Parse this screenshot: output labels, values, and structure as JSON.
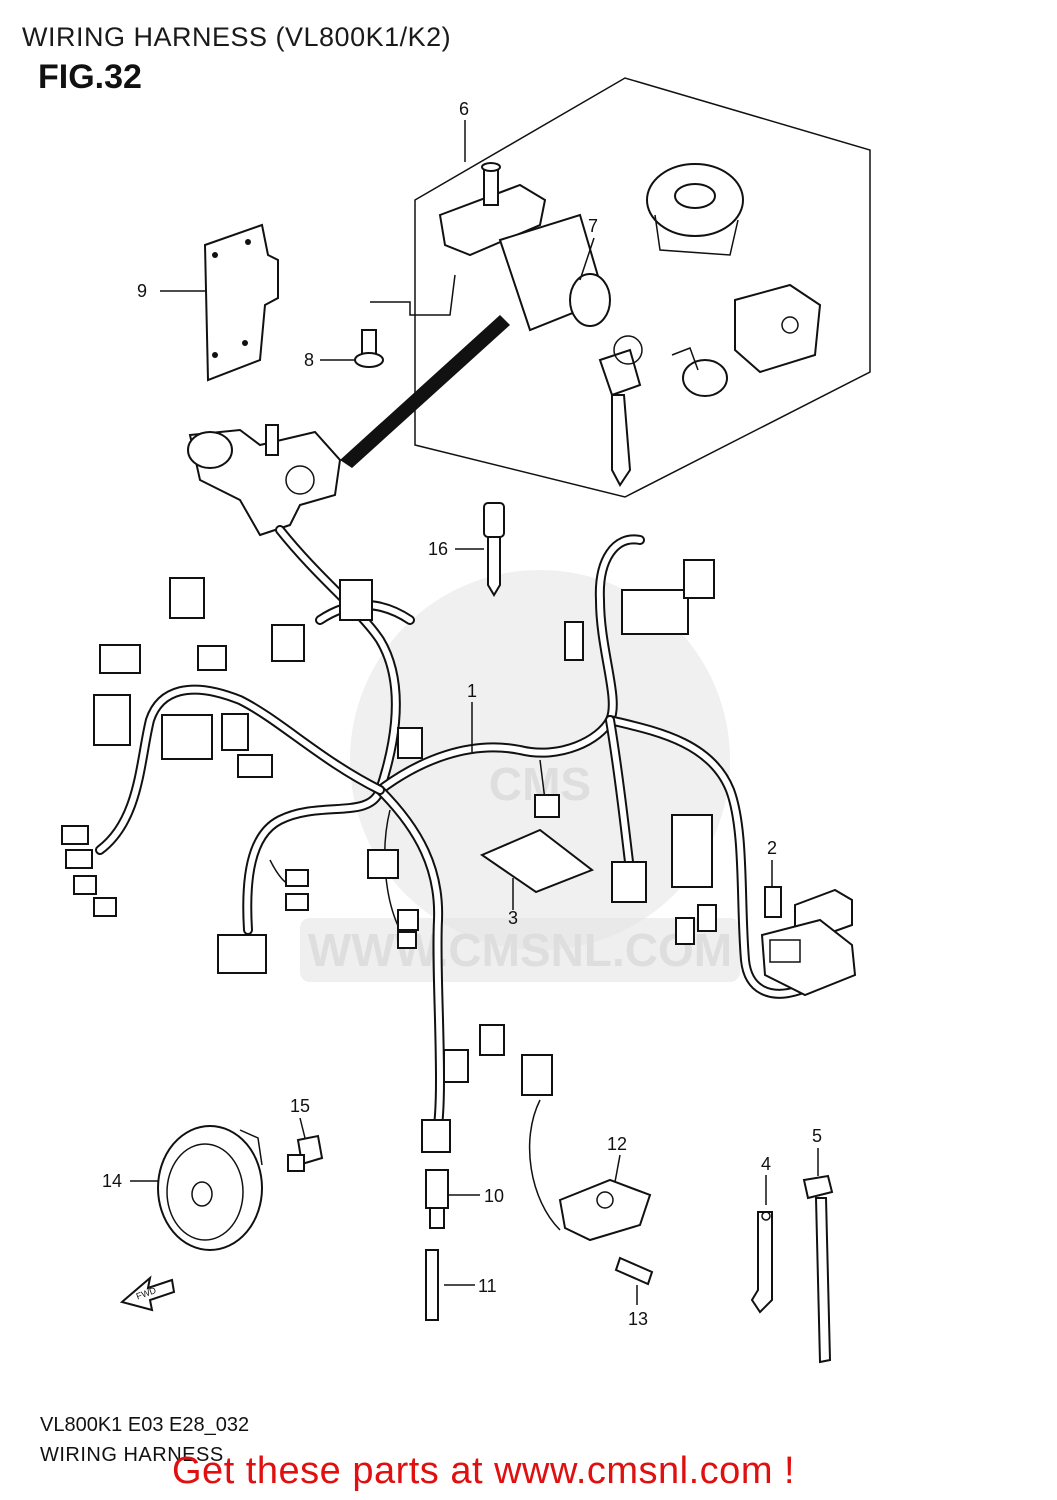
{
  "header": {
    "title": "WIRING HARNESS (VL800K1/K2)",
    "figure": "FIG.32"
  },
  "watermark": {
    "text": "WWW.CMSNL.COM",
    "logo": "CMS"
  },
  "callouts": {
    "c1": "1",
    "c2": "2",
    "c3": "3",
    "c4": "4",
    "c5": "5",
    "c6": "6",
    "c7": "7",
    "c8": "8",
    "c9": "9",
    "c10": "10",
    "c11": "11",
    "c12": "12",
    "c13": "13",
    "c14": "14",
    "c15": "15",
    "c16": "16"
  },
  "fwd_arrow": "FWD",
  "footer": {
    "code": "VL800K1 E03 E28_032",
    "name": "WIRING HARNESS",
    "cta": "Get these parts at www.cmsnl.com !"
  },
  "colors": {
    "line": "#111111",
    "cta": "#e01010",
    "watermark": "#dedede"
  }
}
